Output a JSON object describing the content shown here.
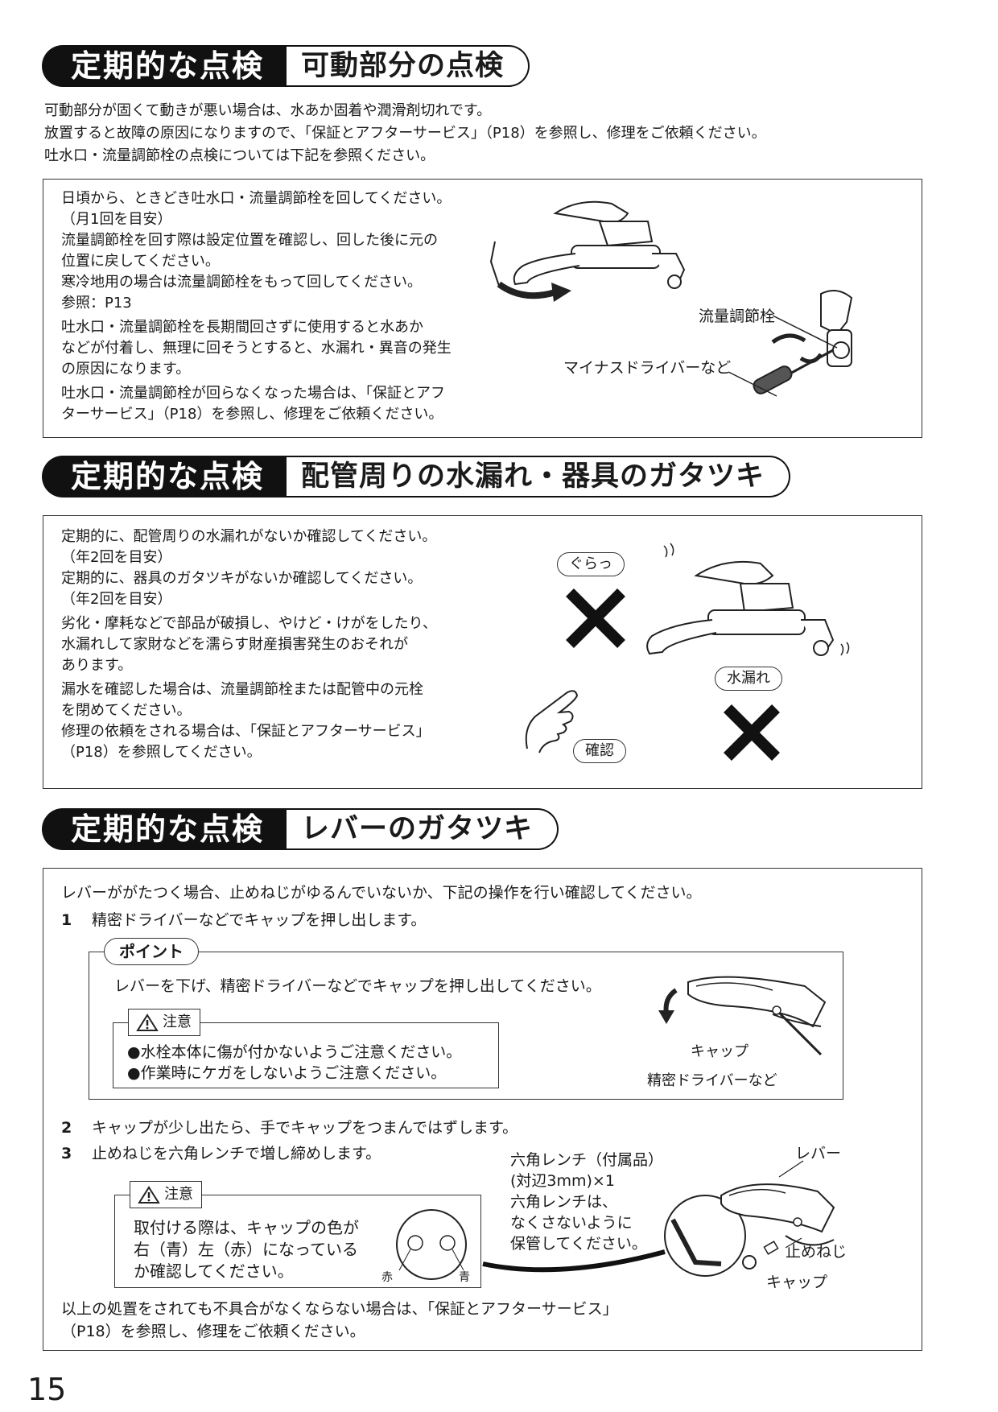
{
  "section1": {
    "title_main": "定期的な点検",
    "title_sub": "可動部分の点検",
    "intro": [
      "可動部分が固くて動きが悪い場合は、水あか固着や潤滑剤切れです。",
      "放置すると故障の原因になりますので、「保証とアフターサービス」（P18）を参照し、修理をご依頼ください。",
      "吐水口・流量調節栓の点検については下記を参照ください。"
    ],
    "box_text": [
      "日頃から、ときどき吐水口・流量調節栓を回してください。",
      "（月1回を目安）",
      "流量調節栓を回す際は設定位置を確認し、回した後に元の",
      "位置に戻してください。",
      "寒冷地用の場合は流量調節栓をもって回してください。",
      "参照：P13",
      "吐水口・流量調節栓を長期間回さずに使用すると水あか",
      "などが付着し、無理に回そうとすると、水漏れ・異音の発生",
      "の原因になります。",
      "吐水口・流量調節栓が回らなくなった場合は、「保証とアフ",
      "ターサービス」（P18）を参照し、修理をご依頼ください。"
    ],
    "label_valve": "流量調節栓",
    "label_driver": "マイナスドライバーなど"
  },
  "section2": {
    "title_main": "定期的な点検",
    "title_sub": "配管周りの水漏れ・器具のガタツキ",
    "box_text": [
      "定期的に、配管周りの水漏れがないか確認してください。",
      "（年2回を目安）",
      "定期的に、器具のガタツキがないか確認してください。",
      "（年2回を目安）",
      "劣化・摩耗などで部品が破損し、やけど・けがをしたり、",
      "水漏れして家財などを濡らす財産損害発生のおそれが",
      "あります。",
      "漏水を確認した場合は、流量調節栓または配管中の元栓",
      "を閉めてください。",
      "修理の依頼をされる場合は、「保証とアフターサービス」",
      "（P18）を参照してください。"
    ],
    "bubble_wobble": "ぐらっ",
    "bubble_leak": "水漏れ",
    "bubble_check": "確認"
  },
  "section3": {
    "title_main": "定期的な点検",
    "title_sub": "レバーのガタツキ",
    "intro": "レバーががたつく場合、止めねじがゆるんでいないか、下記の操作を行い確認してください。",
    "step1_num": "1",
    "step1": "精密ドライバーなどでキャップを押し出します。",
    "point_tag": "ポイント",
    "point_text": "レバーを下げ、精密ドライバーなどでキャップを押し出してください。",
    "caution1_tag": "注意",
    "caution1_lines": [
      "●水栓本体に傷が付かないようご注意ください。",
      "●作業時にケガをしないようご注意ください。"
    ],
    "label_cap1": "キャップ",
    "label_precision_driver": "精密ドライバーなど",
    "step2_num": "2",
    "step2": "キャップが少し出たら、手でキャップをつまんではずします。",
    "step3_num": "3",
    "step3": "止めねじを六角レンチで増し締めします。",
    "caution2_tag": "注意",
    "caution2_lines": [
      "取付ける際は、キャップの色が",
      "右（青）左（赤）になっている",
      "か確認してください。"
    ],
    "label_red": "赤",
    "label_blue": "青",
    "wrench_lines": [
      "六角レンチ（付属品）",
      "(対辺3mm)×1",
      "六角レンチは、",
      "なくさないように",
      "保管してください。"
    ],
    "label_lever": "レバー",
    "label_setscrew": "止めねじ",
    "label_cap2": "キャップ",
    "closing": [
      "以上の処置をされても不具合がなくならない場合は、「保証とアフターサービス」",
      "（P18）を参照し、修理をご依頼ください。"
    ]
  },
  "page_number": "15"
}
